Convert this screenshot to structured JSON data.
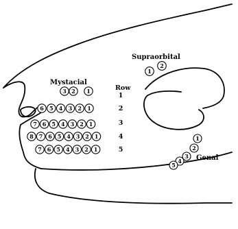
{
  "labels": {
    "mystacial": "Mystacial",
    "supraorbital": "Supraorbital",
    "genal": "Genal",
    "row_header": "Row"
  },
  "row_numbers": [
    "1",
    "2",
    "3",
    "4",
    "5"
  ],
  "mystacial_rows": [
    [
      "3",
      "2",
      "1"
    ],
    [
      "6",
      "5",
      "4",
      "3",
      "2",
      "1"
    ],
    [
      "7",
      "6",
      "5",
      "4",
      "3",
      "2",
      "1"
    ],
    [
      "8",
      "7",
      "6",
      "5",
      "4",
      "3",
      "2",
      "1"
    ],
    [
      "7",
      "6",
      "5",
      "4",
      "3",
      "2",
      "1"
    ]
  ],
  "supraorbital_whiskers": [
    "1",
    "2"
  ],
  "genal_whiskers": [
    "1",
    "2",
    "3",
    "4",
    "5"
  ]
}
